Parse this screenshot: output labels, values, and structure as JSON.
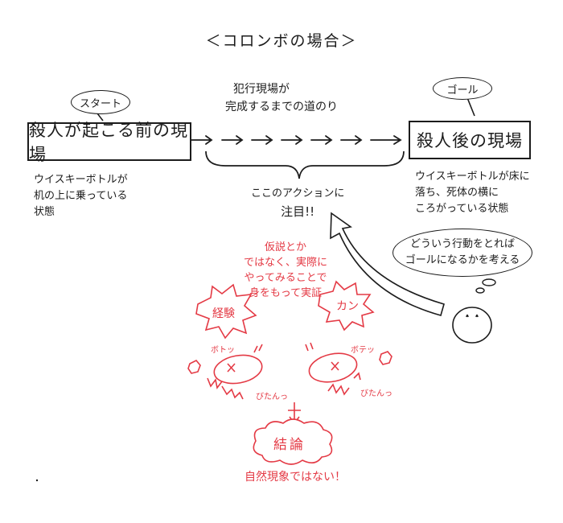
{
  "title": "＜コロンボの場合＞",
  "start": {
    "tag": "スタート",
    "box_label": "殺人が起こる前の現場",
    "note_lines": [
      "ウイスキーボトルが",
      "机の上に乗っている",
      "状態"
    ]
  },
  "middle": {
    "label_lines": [
      "犯行現場が",
      "完成するまでの道のり"
    ],
    "focus_lines": [
      "ここのアクションに",
      "注目!!"
    ]
  },
  "goal": {
    "tag": "ゴール",
    "box_label": "殺人後の現場",
    "note_lines": [
      "ウイスキーボトルが床に",
      "落ち、死体の横に",
      "ころがっている状態"
    ]
  },
  "thought": {
    "lines": [
      "どういう行動をとれば",
      "ゴールになるかを考える"
    ]
  },
  "experiment": {
    "lines": [
      "仮説とか",
      "ではなく、実際に",
      "やってみることで",
      "身をもって実証"
    ],
    "burst_left": "経験",
    "burst_right": "カン",
    "sfx_left_top": "ボトッ",
    "sfx_left_bottom": "びたんっ",
    "sfx_right_top": "ボテッ",
    "sfx_right_bottom": "びたんっ"
  },
  "conclusion": {
    "label": "結論",
    "text": "自然現象ではない！"
  },
  "colors": {
    "ink": "#1c1c1c",
    "red": "#e43a45"
  }
}
